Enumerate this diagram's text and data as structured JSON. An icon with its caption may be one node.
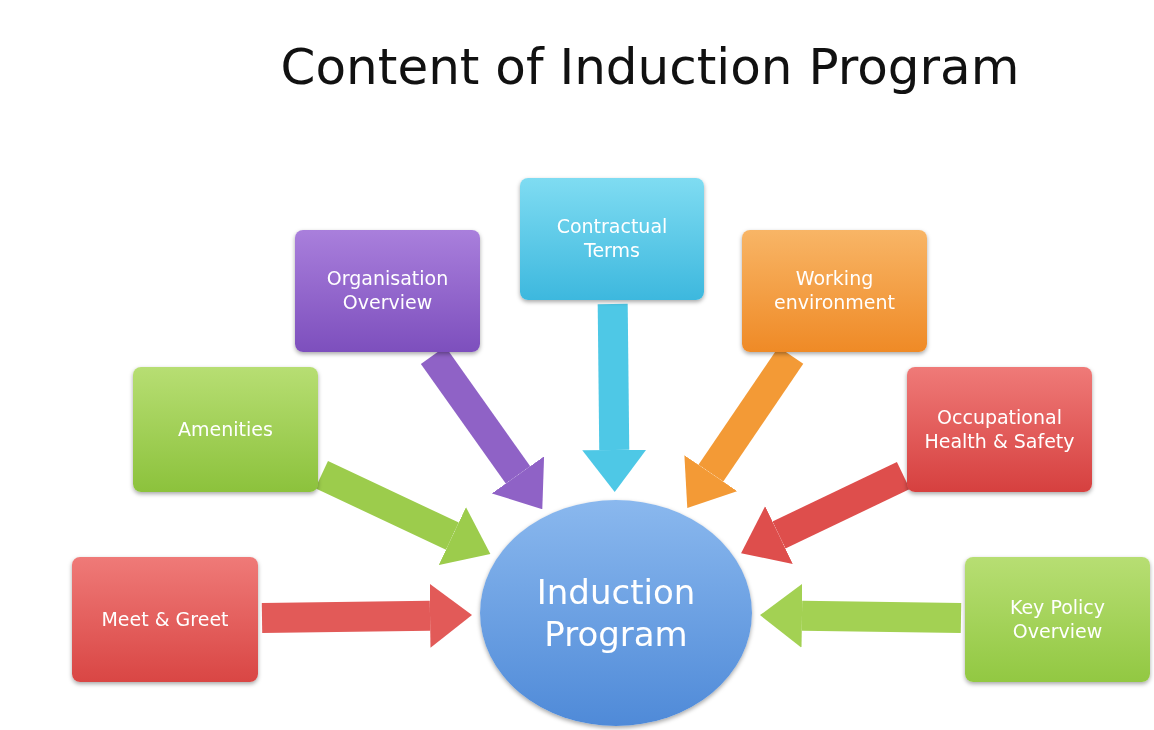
{
  "diagram": {
    "title": "Content of Induction Program",
    "nodes": [
      {
        "text": [
          "Contractual Terms"
        ]
      },
      {
        "text": [
          "Organisation Overview"
        ]
      },
      {
        "text": [
          "Working environment"
        ]
      },
      {
        "text": [
          "Amenities"
        ]
      },
      {
        "text": [
          "Occupational Health & Safety"
        ]
      },
      {
        "text": [
          "Meet & Greet"
        ]
      },
      {
        "text": [
          "Induction Program"
        ]
      },
      {
        "text": [
          "Key Policy Overview"
        ]
      }
    ],
    "edges": [
      {
        "from": 0,
        "to": 6,
        "arrow": "to",
        "color": "#4ec8e6"
      },
      {
        "from": 1,
        "to": 6,
        "arrow": "to",
        "color": "#8f62c6"
      },
      {
        "from": 2,
        "to": 6,
        "arrow": "to",
        "color": "#f39a36"
      },
      {
        "from": 3,
        "to": 6,
        "arrow": "to",
        "color": "#9ccc4c"
      },
      {
        "from": 4,
        "to": 6,
        "arrow": "to",
        "color": "#de4e4c"
      },
      {
        "from": 5,
        "to": 6,
        "arrow": "to",
        "color": "#e25a58"
      },
      {
        "from": 7,
        "to": 6,
        "arrow": "to",
        "color": "#a3d153"
      }
    ]
  }
}
